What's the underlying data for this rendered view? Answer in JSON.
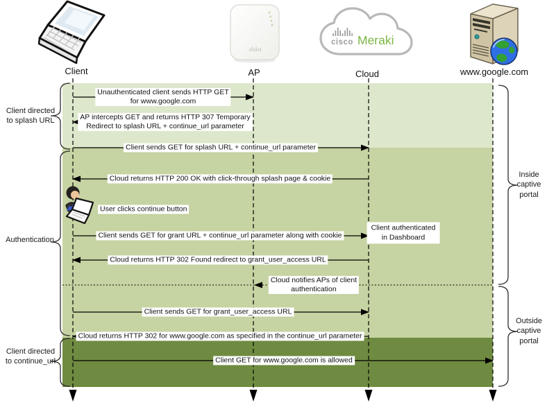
{
  "actors": [
    {
      "label": "Client"
    },
    {
      "label": "AP"
    },
    {
      "label": "Cloud"
    },
    {
      "label": "www.google.com"
    }
  ],
  "cloud_logo": {
    "brand": "cisco",
    "product": "Meraki"
  },
  "side_labels": {
    "left": [
      {
        "text": "Client directed\nto splash URL"
      },
      {
        "text": "Authentication"
      },
      {
        "text": "Client directed\nto continue_url"
      }
    ],
    "right": [
      {
        "text": "Inside\ncaptive\nportal"
      },
      {
        "text": "Outside\ncaptive\nportal"
      }
    ]
  },
  "messages": [
    {
      "from": "Client",
      "to": "AP",
      "style": "solid",
      "text": "Unauthenticated client sends HTTP GET\nfor www.google.com"
    },
    {
      "from": "AP",
      "to": "Client",
      "style": "solid",
      "text": "AP intercepts GET and returns HTTP 307 Temporary\nRedirect to splash URL + continue_url parameter"
    },
    {
      "from": "Client",
      "to": "Cloud",
      "style": "solid",
      "text": "Client sends GET for splash URL + continue_url parameter"
    },
    {
      "from": "Cloud",
      "to": "Client",
      "style": "solid",
      "text": "Cloud returns HTTP 200 OK with click-through splash page & cookie"
    },
    {
      "from": "Client",
      "to": "Cloud",
      "style": "solid",
      "text": "Client sends GET for grant URL + continue_url parameter along with cookie"
    },
    {
      "from": "Cloud",
      "to": "Client",
      "style": "solid",
      "text": "Cloud returns HTTP 302 Found redirect to grant_user_access URL"
    },
    {
      "from": "Cloud",
      "to": "AP",
      "style": "dotted",
      "text": "Cloud notifies APs of client\nauthentication"
    },
    {
      "from": "Client",
      "to": "Cloud",
      "style": "solid",
      "text": "Client sends GET for grant_user_access URL"
    },
    {
      "from": "Cloud",
      "to": "Client",
      "style": "solid",
      "text": "Cloud returns HTTP 302 for www.google.com as specified in the continue_url parameter"
    },
    {
      "from": "Client",
      "to": "www.google.com",
      "style": "solid",
      "text": "Client GET for www.google.com is allowed"
    }
  ],
  "user_action": {
    "text": "User clicks continue button"
  },
  "note": {
    "text": "Client authenticated\nin Dashboard"
  },
  "colors": {
    "band_light": "#dde7cb",
    "band_medium": "#c6d3a2",
    "band_dark": "#6f8b41",
    "meraki_green": "#7cb644",
    "cisco_gray": "#9c9c9c"
  }
}
